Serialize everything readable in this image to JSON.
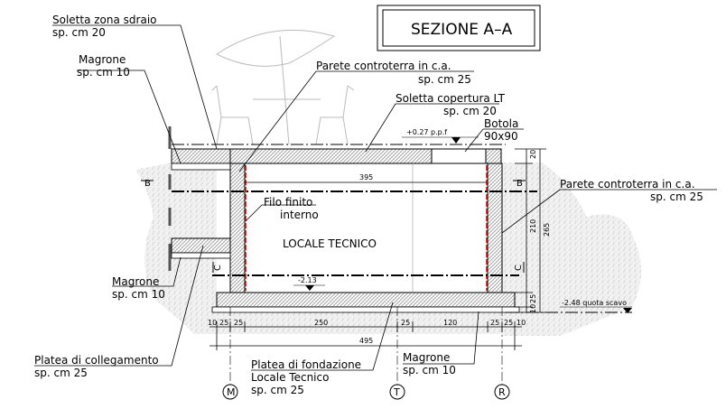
{
  "title": "SEZIONE A–A",
  "labels": {
    "soletta_zona_line1": "Soletta zona sdraio",
    "soletta_zona_line2": "sp. cm 20",
    "magrone_top_line1": "Magrone",
    "magrone_top_line2": "sp. cm 10",
    "parete_top_line1": "Parete controterra in c.a.",
    "parete_top_line2": "sp. cm 25",
    "soletta_cop_line1": "Soletta copertura LT",
    "soletta_cop_line2": "sp. cm 20",
    "botola_line1": "Botola",
    "botola_line2": "90x90",
    "parete_right_line1": "Parete controterra in c.a.",
    "parete_right_line2": "sp. cm 25",
    "filo_line1": "Filo finito",
    "filo_line2": "interno",
    "locale": "LOCALE TECNICO",
    "magrone_left_line1": "Magrone",
    "magrone_left_line2": "sp. cm 10",
    "platea_coll_line1": "Platea di collegamento",
    "platea_coll_line2": "sp. cm 25",
    "platea_fond_line1": "Platea di fondazione",
    "platea_fond_line2": "Locale Tecnico",
    "platea_fond_line3": "sp. cm 25",
    "magrone_bottom_line1": "Magrone",
    "magrone_bottom_line2": "sp. cm 10"
  },
  "levels": {
    "ppf": "+0.27 p.p.f",
    "floor": "-2.13",
    "scavo": "-2.48 quota scavo"
  },
  "section_marks": {
    "b": "B",
    "c": "C"
  },
  "dimensions": {
    "inner_width": "395",
    "h_20": "20",
    "h_210": "210",
    "h_265": "265",
    "h_25": "25",
    "h_10": "10",
    "bottom_10_left": "10",
    "bottom_25_a": "25",
    "bottom_25_b": "25",
    "bottom_250": "250",
    "bottom_25_c": "25",
    "bottom_120": "120",
    "bottom_25_d": "25",
    "bottom_25_e": "25",
    "bottom_10_right": "10",
    "total_495": "495"
  },
  "axes": [
    "M",
    "T",
    "R"
  ]
}
